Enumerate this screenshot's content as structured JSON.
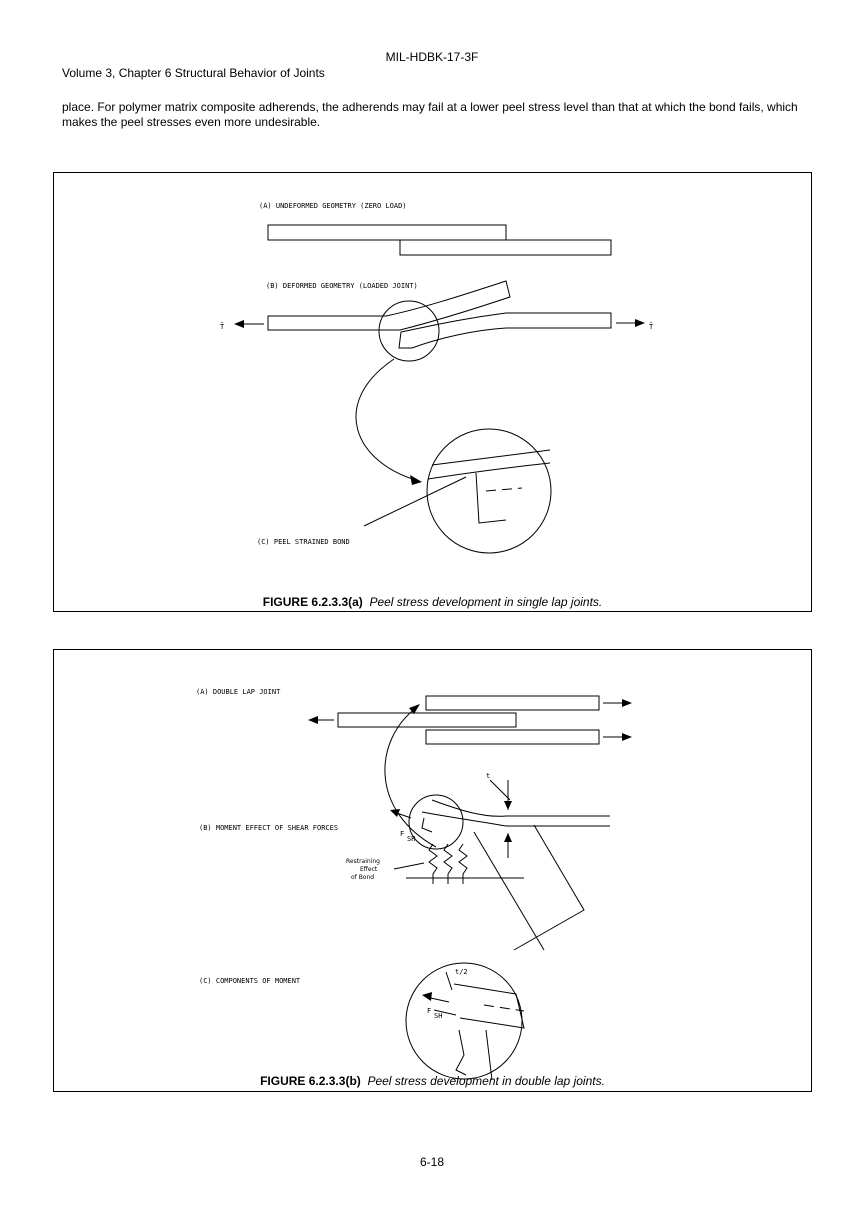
{
  "header": {
    "doc_id": "MIL-HDBK-17-3F",
    "chapter": "Volume 3, Chapter 6  Structural Behavior of Joints"
  },
  "body_text": "place.  For polymer matrix composite adherends, the adherends may fail at a lower  peel stress level than that at which the bond fails, which makes the peel stresses even more undesirable.",
  "figure_a": {
    "label_a": "(A) UNDEFORMED GEOMETRY (ZERO LOAD)",
    "label_b": "(B) DEFORMED GEOMETRY (LOADED JOINT)",
    "label_c": "(C) PEEL STRAINED BOND",
    "load_symbol": "T̄",
    "caption_num": "FIGURE 6.2.3.3(a)",
    "caption_text": "Peel stress development in single lap joints."
  },
  "figure_b": {
    "label_a": "(A) DOUBLE LAP JOINT",
    "label_b": "(B) MOMENT EFFECT OF SHEAR FORCES",
    "label_c": "(C) COMPONENTS OF MOMENT",
    "restrain_1": "Restraining",
    "restrain_2": "Effect",
    "restrain_3": "of Bond",
    "t_label": "t",
    "t2_label": "t/2",
    "fsh_f": "F",
    "fsh_sub": "SH",
    "caption_num": "FIGURE 6.2.3.3(b)",
    "caption_text": "Peel stress development in double lap joints."
  },
  "page_number": "6-18"
}
